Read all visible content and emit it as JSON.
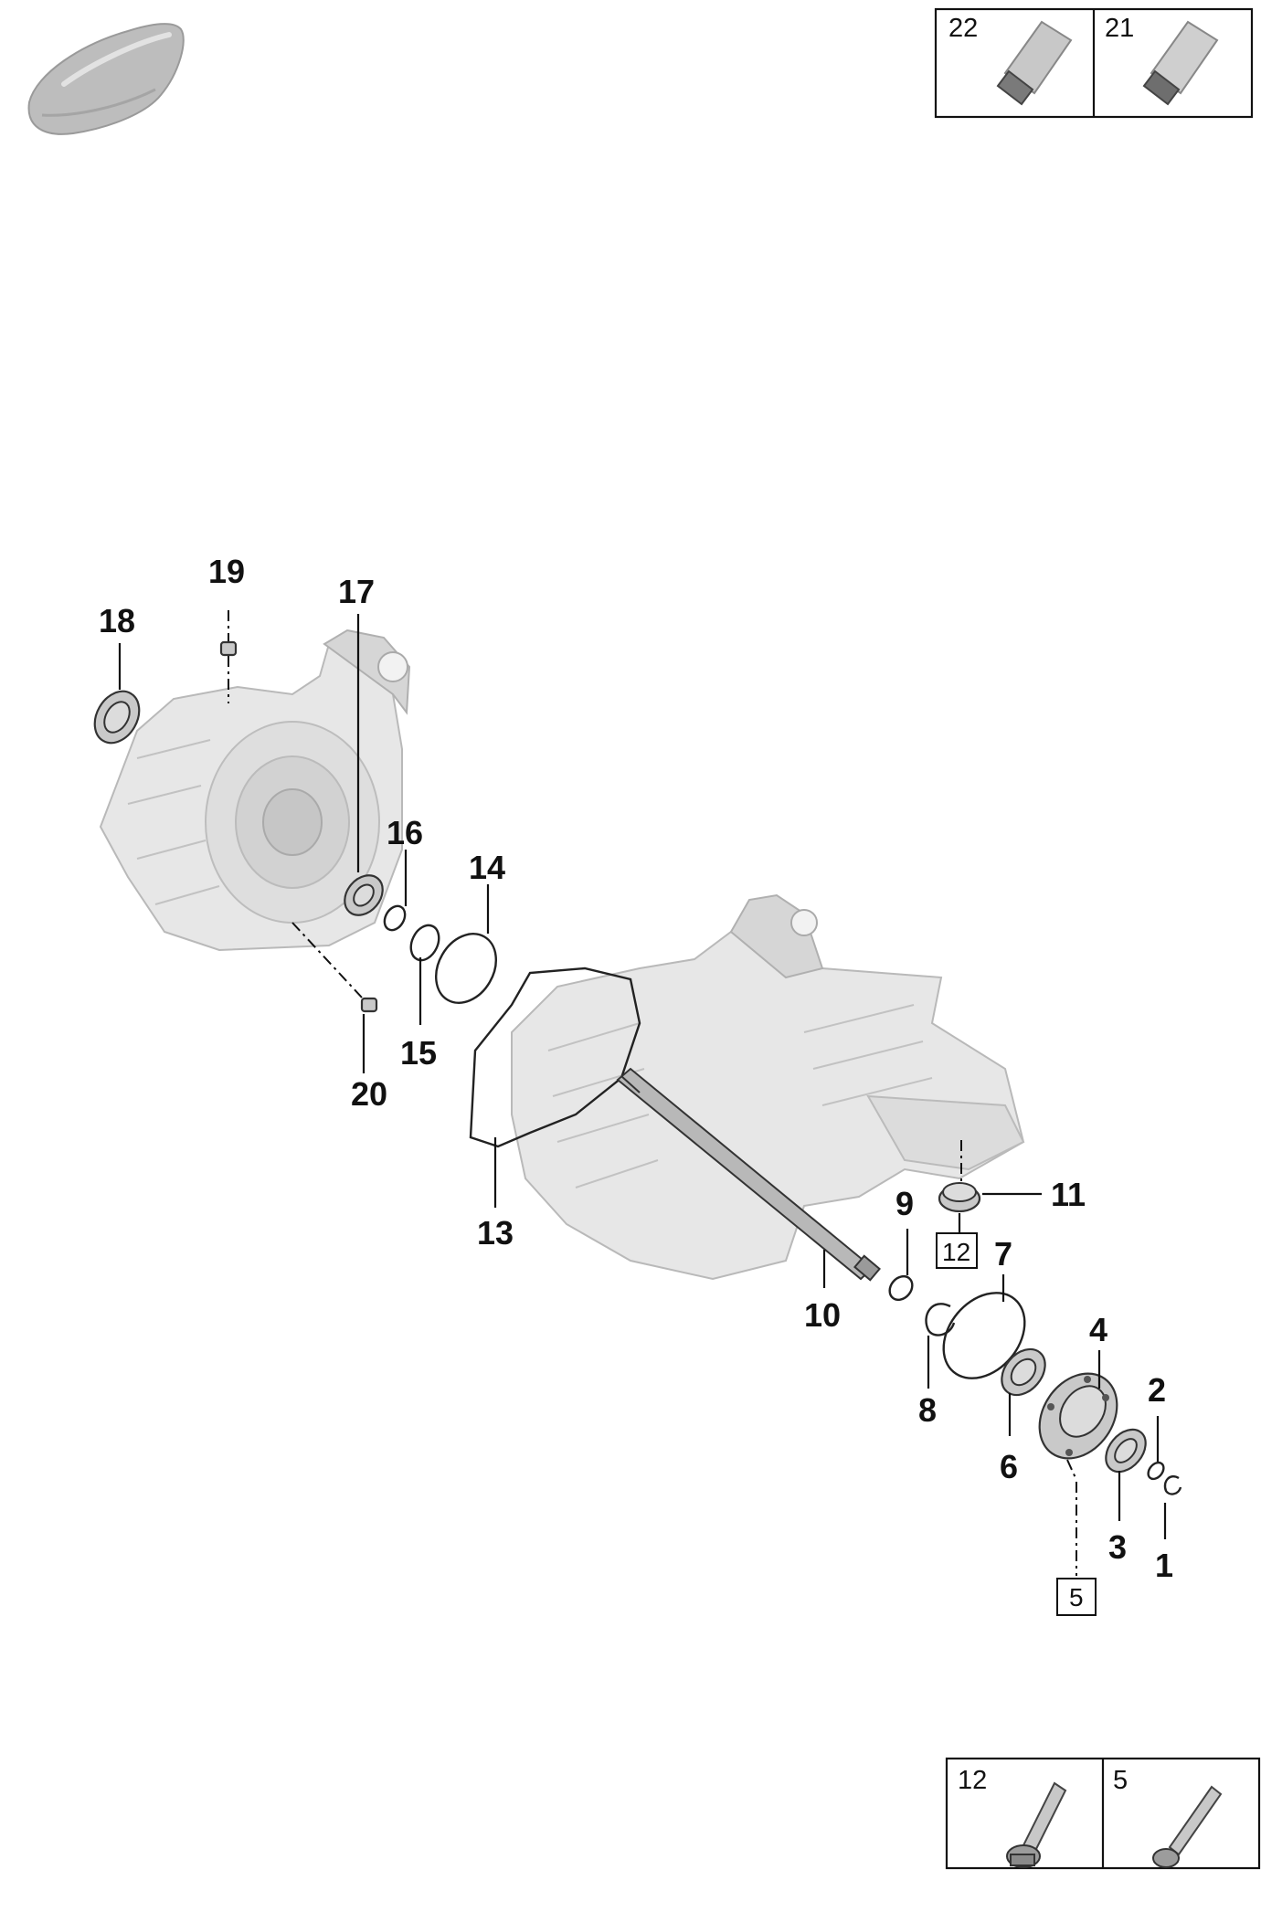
{
  "legend_top": [
    {
      "number": "22",
      "icon": "grease-tube-icon"
    },
    {
      "number": "21",
      "icon": "grease-tube-icon"
    }
  ],
  "legend_bottom": [
    {
      "number": "12",
      "icon": "flange-bolt-icon"
    },
    {
      "number": "5",
      "icon": "hex-socket-bolt-icon"
    }
  ],
  "callouts": {
    "c1": "1",
    "c2": "2",
    "c3": "3",
    "c4": "4",
    "c6": "6",
    "c7": "7",
    "c8": "8",
    "c9": "9",
    "c10": "10",
    "c11": "11",
    "c13": "13",
    "c14": "14",
    "c15": "15",
    "c16": "16",
    "c17": "17",
    "c18": "18",
    "c19": "19",
    "c20": "20"
  },
  "boxed_refs": {
    "b12": "12",
    "b5": "5"
  },
  "icons": [
    "vehicle-silhouette-icon",
    "grease-tube-icon",
    "flange-bolt-icon",
    "hex-socket-bolt-icon"
  ]
}
